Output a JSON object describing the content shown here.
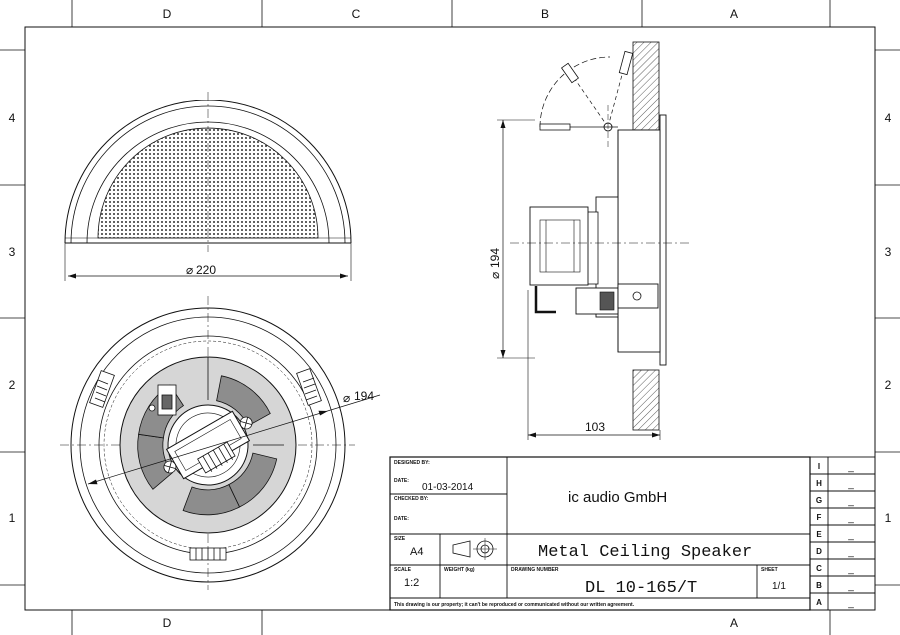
{
  "zones": {
    "columns_top": [
      "D",
      "C",
      "B",
      "A"
    ],
    "columns_bottom": [
      "D",
      "A"
    ],
    "rows_left": [
      "4",
      "3",
      "2",
      "1"
    ],
    "rows_right": [
      "4",
      "3",
      "2",
      "1"
    ]
  },
  "dimensions": {
    "grille_diameter": "220",
    "front_diameter": "194",
    "side_diameter": "194",
    "depth": "103"
  },
  "title_block": {
    "designed_by_label": "DESIGNED BY:",
    "date_label_1": "DATE:",
    "date_value": "01-03-2014",
    "checked_by_label": "CHECKED BY:",
    "date_label_2": "DATE:",
    "company": "ic audio GmbH",
    "size_label": "SIZE",
    "size_value": "A4",
    "scale_label": "SCALE",
    "scale_value": "1:2",
    "weight_label": "WEIGHT (kg)",
    "drawing_number_label": "DRAWING NUMBER",
    "drawing_number": "DL 10-165/T",
    "sheet_label": "SHEET",
    "sheet_value": "1/1",
    "title": "Metal Ceiling Speaker",
    "note": "This drawing is our property; it can't be reproduced or communicated without our written agreement."
  },
  "revisions": {
    "letters": [
      "I",
      "H",
      "G",
      "F",
      "E",
      "D",
      "C",
      "B",
      "A"
    ],
    "values": [
      "_",
      "_",
      "_",
      "_",
      "_",
      "_",
      "_",
      "_",
      "_"
    ]
  }
}
